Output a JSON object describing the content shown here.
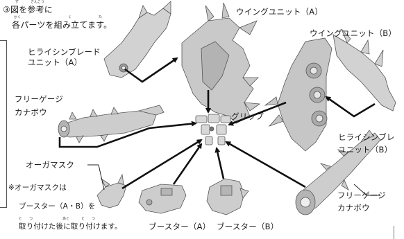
{
  "instruction": {
    "step_marker": "③",
    "line1": "図を参考に",
    "line2": "各パーツを組み立てます。",
    "furigana": [
      "ず",
      "さんこう",
      "かく",
      "く",
      "た"
    ]
  },
  "labels": {
    "wing_a": "ウイングユニット（A）",
    "wing_b": "ウイングユニット（B）",
    "blade_a_1": "ヒライシンブレード",
    "blade_a_2": "ユニット（A）",
    "blade_b_1": "ヒライシンブレ",
    "blade_b_2": "ユニット（B）",
    "gauge_left_1": "フリーゲージ",
    "gauge_left_2": "カナボウ",
    "gauge_right_1": "フリーゲージ",
    "gauge_right_2": "カナボウ",
    "grip": "グリップ",
    "ogre_mask": "オーガマスク",
    "note_1": "※オーガマスクは",
    "note_2": "ブースター（A・B）を",
    "note_3": "取り付けた後に取り付けます。",
    "note_furigana": [
      "と",
      "つ",
      "あと",
      "と",
      "つ"
    ],
    "booster_a": "ブースター（A）",
    "booster_b": "ブースター（B）"
  }
}
